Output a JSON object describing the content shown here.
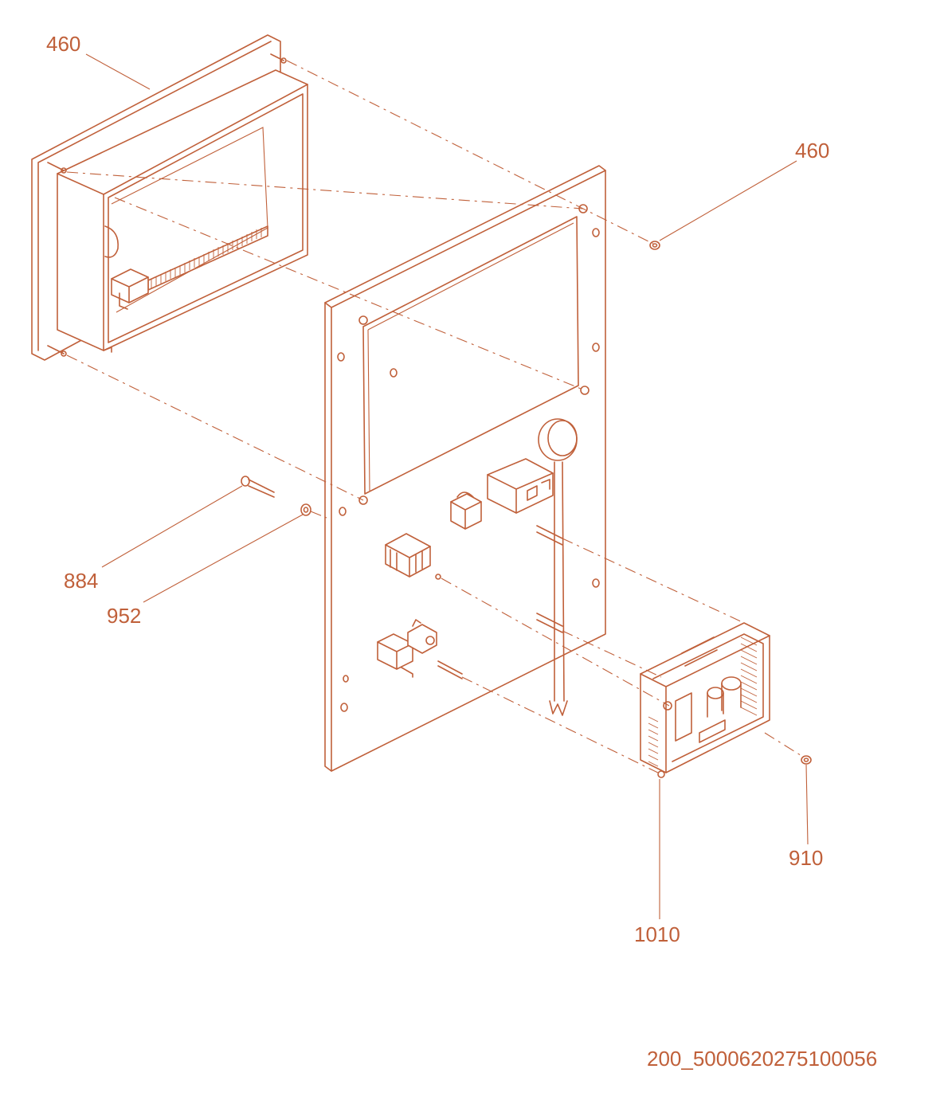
{
  "callouts": {
    "c460_a": "460",
    "c460_b": "460",
    "c884": "884",
    "c952": "952",
    "c910": "910",
    "c1010": "1010"
  },
  "drawing_number": "200_5000620275100056",
  "colors": {
    "line": "#c0603a",
    "background": "#ffffff"
  }
}
